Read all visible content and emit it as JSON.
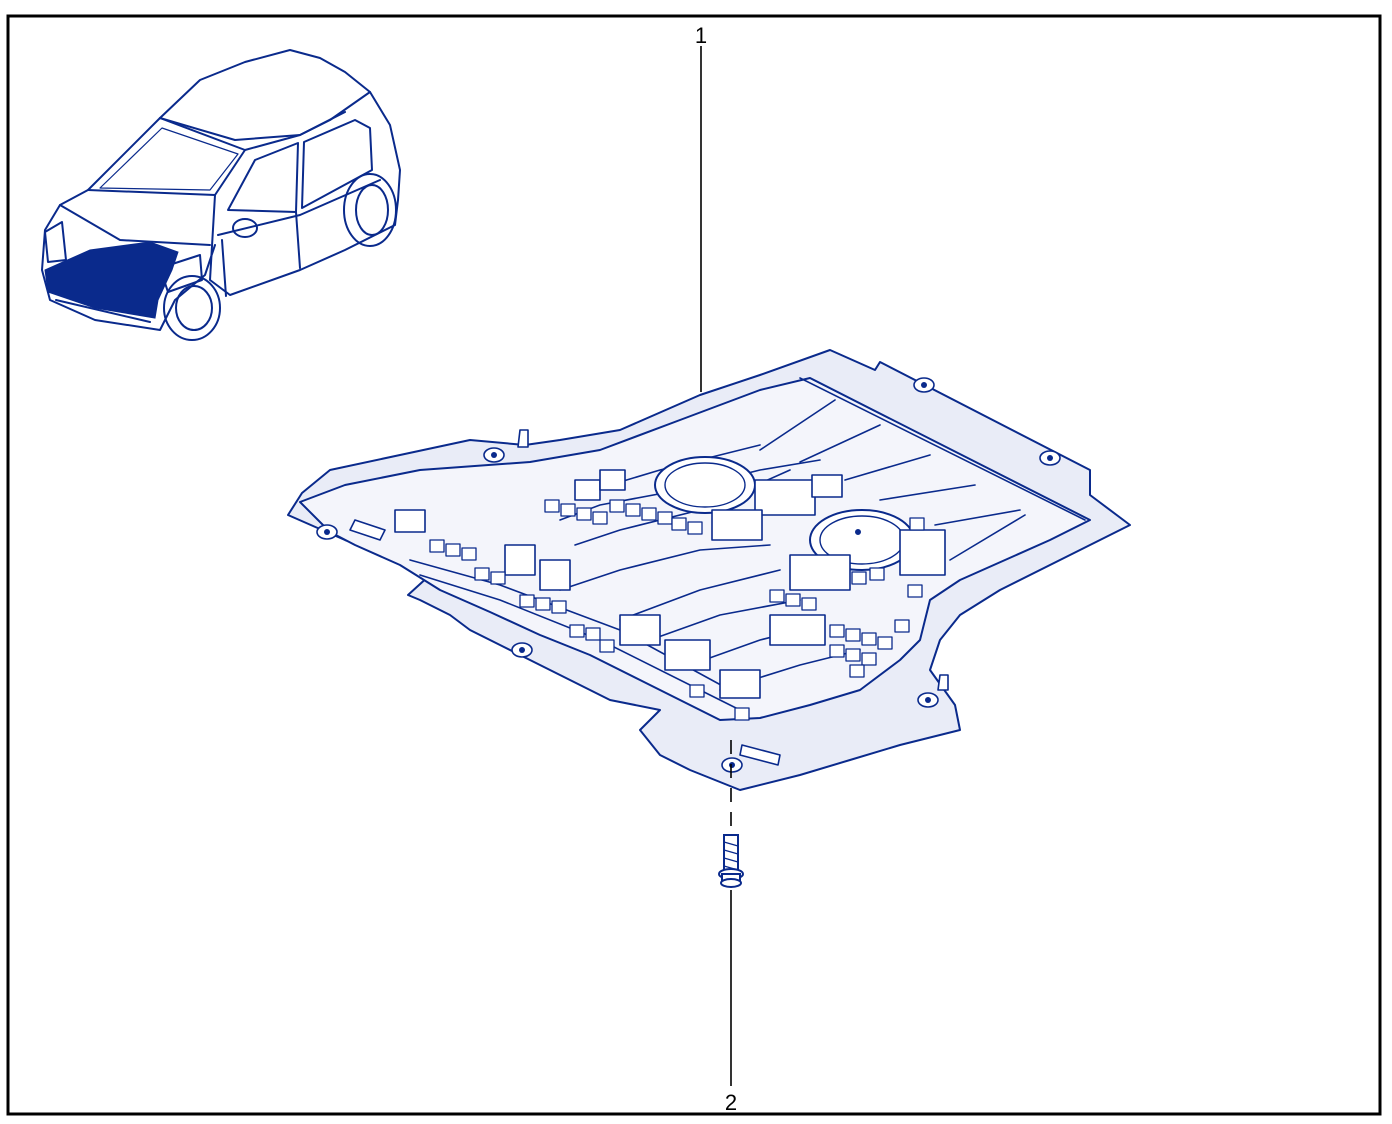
{
  "diagram": {
    "callouts": [
      {
        "label": "1"
      },
      {
        "label": "2"
      }
    ],
    "colors": {
      "line": "#0a2a8c",
      "fill_light": "#e9ecf7",
      "highlight": "#0a2a8c",
      "frame": "#000000"
    },
    "icons": {
      "vehicle": "car-locator-icon",
      "part_1": "engine-undertray-shield",
      "part_2": "flange-bolt"
    }
  }
}
